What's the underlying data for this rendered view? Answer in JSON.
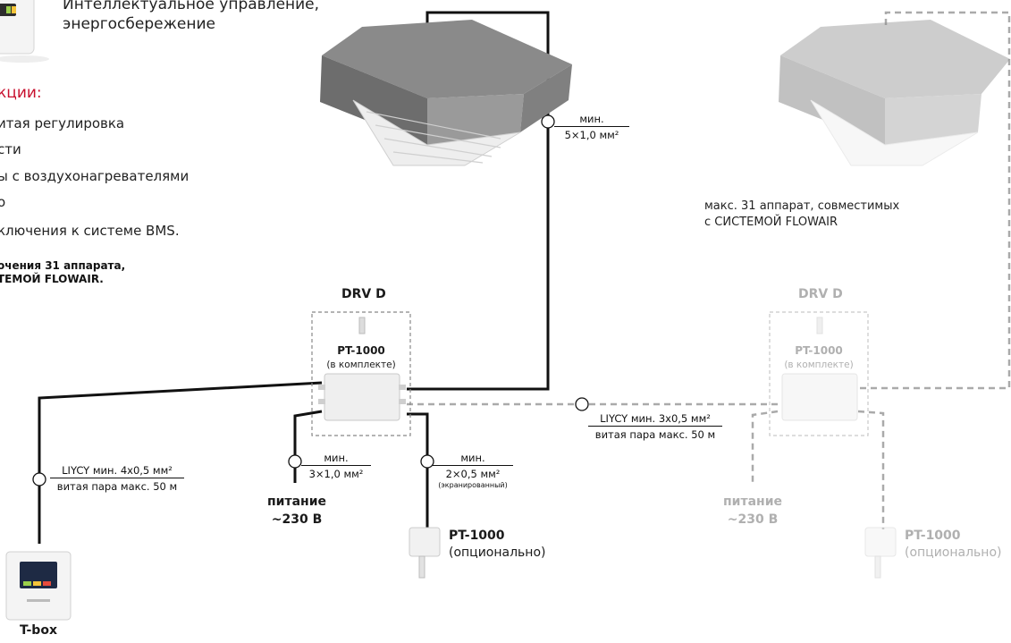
{
  "intro": {
    "line1": "Интеллектуальное управление,",
    "line2": "энергосбережение"
  },
  "functions": {
    "title": "кции:",
    "items": [
      "итая регулировка",
      "сти",
      "ы с воздухонагревателями",
      "о",
      "ключения к системе BMS."
    ],
    "note_line1": "очения 31 аппарата,",
    "note_line2": "ТЕМОЙ FLOWAIR."
  },
  "right_note": {
    "line1": "макс. 31 аппарат, совместимых",
    "line2": "с СИСТЕМОЙ FLOWAIR"
  },
  "drv_main": {
    "title": "DRV D",
    "sensor": "PT-1000",
    "sensor_note": "(в комплекте)"
  },
  "drv_ghost": {
    "title": "DRV D",
    "sensor": "PT-1000",
    "sensor_note": "(в комплекте)"
  },
  "cable_heater": {
    "top": "мин.",
    "bottom": "5×1,0 мм²"
  },
  "cable_power": {
    "top": "мин.",
    "bottom": "3×1,0 мм²"
  },
  "cable_sensor": {
    "top": "мин.",
    "bottom": "2×0,5 мм²",
    "note": "(экранированный)"
  },
  "cable_tbox": {
    "top": "LIYCY мин. 4x0,5 мм²",
    "bottom": "витая пара макс. 50 м"
  },
  "cable_link": {
    "top": "LIYCY мин. 3x0,5 мм²",
    "bottom": "витая пара макс. 50 м"
  },
  "power_main": {
    "line1": "питание",
    "line2": "~230 В"
  },
  "power_ghost": {
    "line1": "питание",
    "line2": "~230 В"
  },
  "sensor_main": {
    "name": "PT-1000",
    "note": "(опционально)"
  },
  "sensor_ghost": {
    "name": "PT-1000",
    "note": "(опционально)"
  },
  "tbox": {
    "label": "T-box"
  },
  "colors": {
    "wire": "#111111",
    "ghost_wire": "#aaaaaa",
    "accent_red": "#c8102e",
    "ghost_text": "#b0b0b0"
  }
}
